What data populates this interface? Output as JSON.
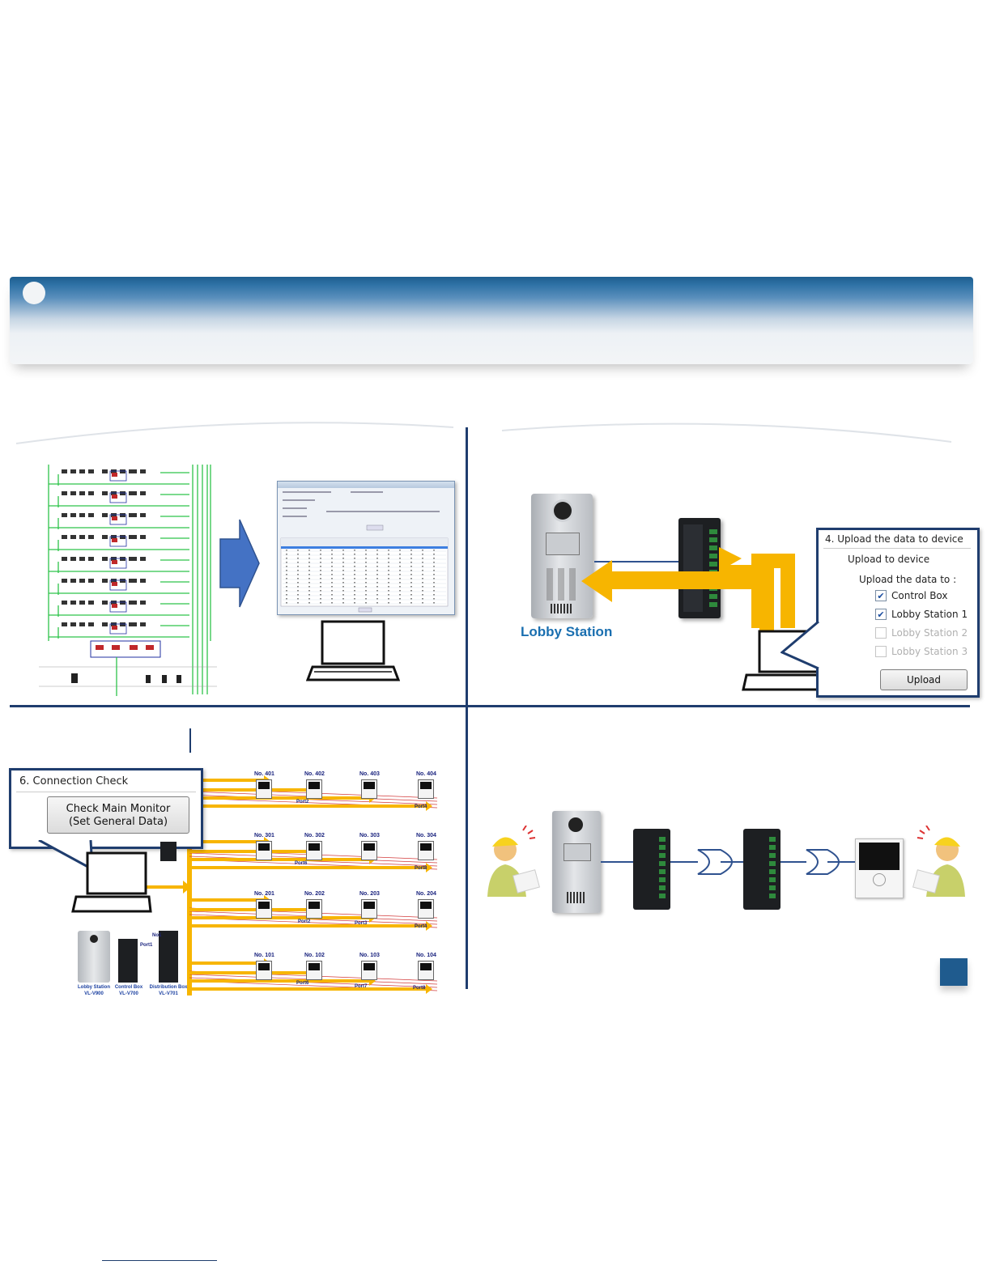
{
  "top_right_callout": {
    "title": "4. Upload the data to device",
    "subtitle": "Upload to device",
    "group_label": "Upload the data to :",
    "items": [
      {
        "label": "Control Box",
        "checked": true,
        "enabled": true
      },
      {
        "label": "Lobby Station 1",
        "checked": true,
        "enabled": true
      },
      {
        "label": "Lobby Station 2",
        "checked": false,
        "enabled": false
      },
      {
        "label": "Lobby Station 3",
        "checked": false,
        "enabled": false
      }
    ],
    "button": "Upload"
  },
  "lobby_station_label": "Lobby Station",
  "bottom_left_callout": {
    "title": "6. Connection Check",
    "button_line1": "Check Main Monitor",
    "button_line2": "(Set General Data)"
  },
  "diagram": {
    "apartments": [
      [
        "No. 401",
        "No. 402",
        "No. 403",
        "No. 404"
      ],
      [
        "No. 301",
        "No. 302",
        "No. 303",
        "No. 304"
      ],
      [
        "No. 201",
        "No. 202",
        "No. 203",
        "No. 204"
      ],
      [
        "No. 101",
        "No. 102",
        "No. 103",
        "No. 104"
      ]
    ],
    "ports": [
      "Port2",
      "Port4",
      "Port6",
      "Port8",
      "Port2",
      "Port3",
      "Port4",
      "Port6",
      "Port7",
      "Port8"
    ],
    "port1": "Port1",
    "no1": "No1",
    "devices": [
      {
        "name": "Lobby Station",
        "model": "VL-V900"
      },
      {
        "name": "Control Box",
        "model": "VL-V700"
      },
      {
        "name": "Distribution Box",
        "model": "VL-V701"
      }
    ]
  },
  "colors": {
    "accent": "#1f3d6e",
    "header": "#2f72a6",
    "arrow": "#f7b500",
    "wiring": "#2ec44a",
    "label_blue": "#1a6fb0"
  }
}
